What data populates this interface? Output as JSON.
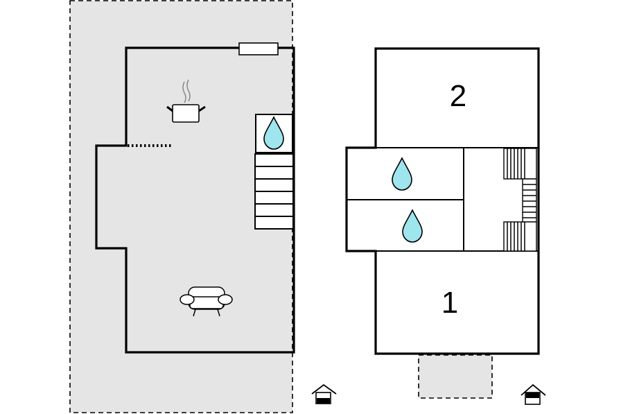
{
  "floors": [
    {
      "label": "ground-floor",
      "rooms": [],
      "icons": [
        "kitchen-pot-icon",
        "sofa-icon",
        "water-drop-icon",
        "floor-level-icon"
      ]
    },
    {
      "label": "upper-floor",
      "rooms": [
        {
          "number": "2"
        },
        {
          "number": "1"
        }
      ],
      "icons": [
        "water-drop-icon",
        "water-drop-icon",
        "floor-level-icon"
      ]
    }
  ],
  "colors": {
    "wall": "#000000",
    "terrace": "#e5e5e5",
    "water": "#9ee5ed",
    "background": "#ffffff"
  }
}
